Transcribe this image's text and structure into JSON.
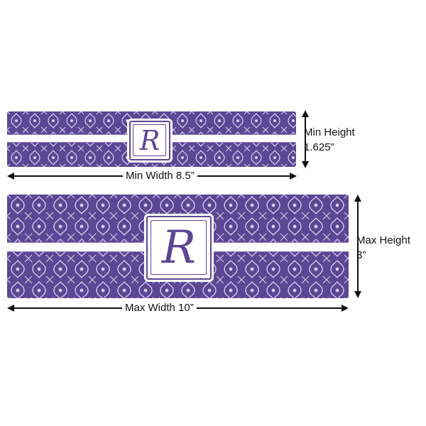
{
  "product": {
    "monogram": "R",
    "colors": {
      "pattern_base": "#5b4794",
      "pattern_light": "#d9d0ef",
      "stripe": "#ffffff"
    }
  },
  "dimensions": {
    "min_width_label": "Min Width 8.5”",
    "min_height_label_line1": "Min Height",
    "min_height_label_line2": "1.625”",
    "max_width_label": "Max Width 10”",
    "max_height_label_line1": "Max Height",
    "max_height_label_line2": "3”"
  }
}
